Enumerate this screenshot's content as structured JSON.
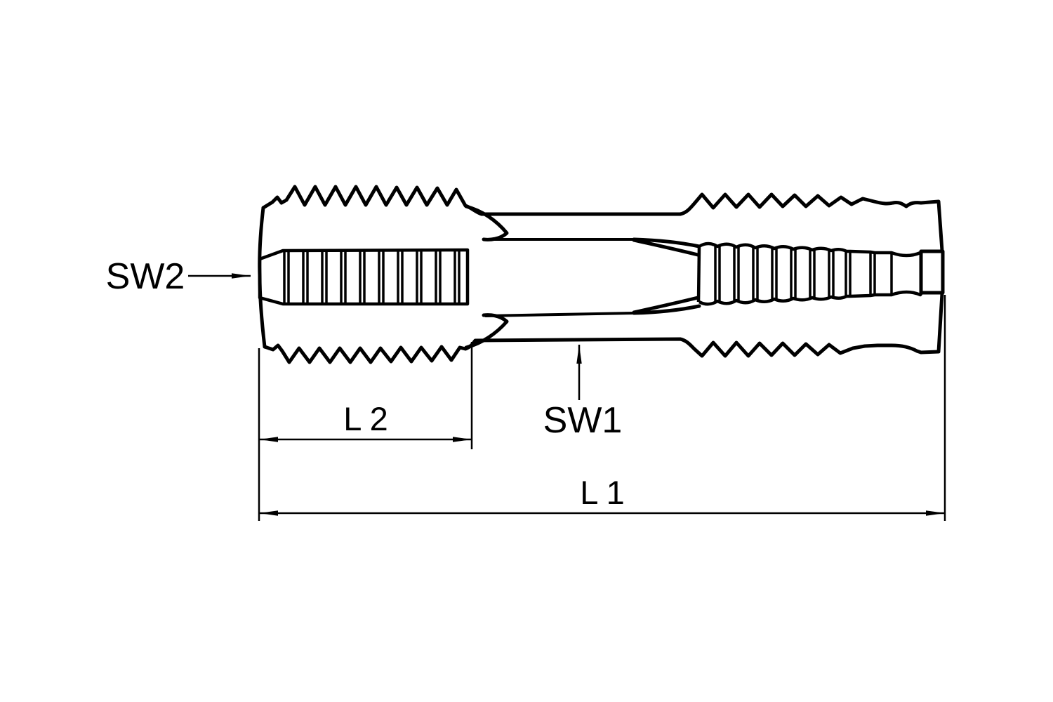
{
  "page": {
    "background": "#ffffff",
    "line_color": "#000000"
  },
  "diagram": {
    "type": "technical-drawing",
    "labels": {
      "sw2": "SW2",
      "sw1": "SW1",
      "l2": "L 2",
      "l1": "L 1"
    }
  }
}
